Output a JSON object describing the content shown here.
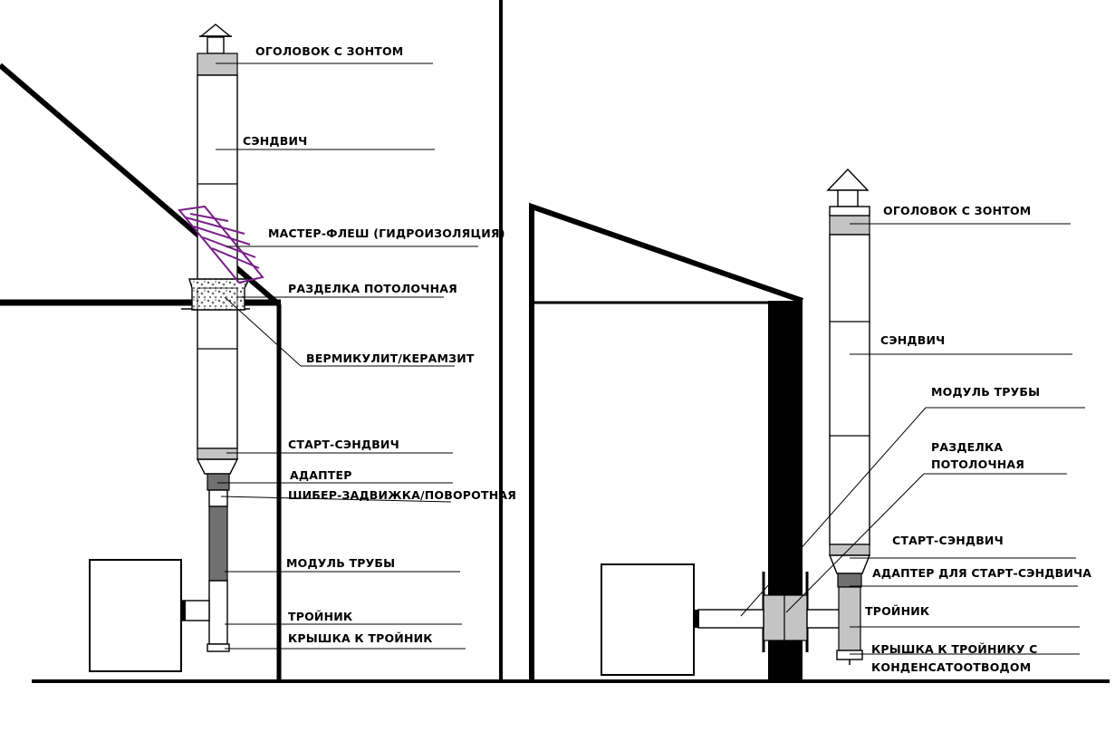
{
  "left": {
    "labels": {
      "cap": "ОГОЛОВОК С ЗОНТОМ",
      "sandwich": "СЭНДВИЧ",
      "master_flash": "МАСТЕР-ФЛЕШ (ГИДРОИЗОЛЯЦИЯ)",
      "ceiling_pass": "РАЗДЕЛКА ПОТОЛОЧНАЯ",
      "vermiculite": "ВЕРМИКУЛИТ/КЕРАМЗИТ",
      "start_sandwich": "СТАРТ-СЭНДВИЧ",
      "adapter": "АДАПТЕР",
      "damper": "ШИБЕР-ЗАДВИЖКА/ПОВОРОТНАЯ",
      "pipe_module": "МОДУЛЬ ТРУБЫ",
      "tee": "ТРОЙНИК",
      "tee_cap": "КРЫШКА К ТРОЙНИК"
    }
  },
  "right": {
    "labels": {
      "cap": "ОГОЛОВОК С ЗОНТОМ",
      "sandwich": "СЭНДВИЧ",
      "pipe_module": "МОДУЛЬ ТРУБЫ",
      "ceiling_pass_1": "РАЗДЕЛКА",
      "ceiling_pass_2": "ПОТОЛОЧНАЯ",
      "start_sandwich": "СТАРТ-СЭНДВИЧ",
      "adapter": "АДАПТЕР ДЛЯ СТАРТ-СЭНДВИЧА",
      "tee": "ТРОЙНИК",
      "tee_cap_1": "КРЫШКА К ТРОЙНИКУ С",
      "tee_cap_2": "КОНДЕНСАТООТВОДОМ"
    }
  },
  "colors": {
    "grey_part": "#c4c4c4",
    "dark_part": "#707070",
    "flashing": "#7a1f8a"
  }
}
